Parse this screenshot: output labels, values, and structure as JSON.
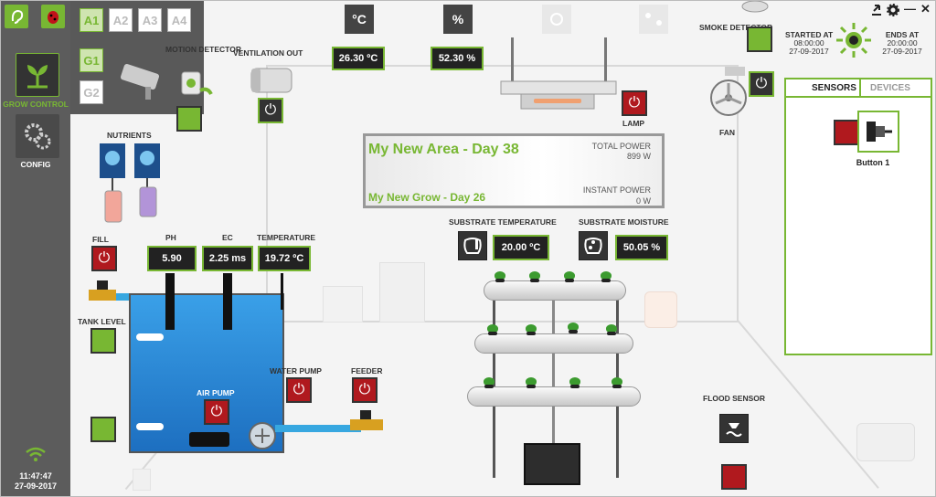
{
  "sidebar": {
    "grow_control_label": "GROW CONTROL",
    "config_label": "CONFIG",
    "time": "11:47:47",
    "date": "27-09-2017",
    "area_tabs": [
      "A1",
      "A2",
      "A3",
      "A4"
    ],
    "grow_tabs": [
      "G1",
      "G2"
    ]
  },
  "header": {
    "motion_detector": "MOTION DETECTOR",
    "ventilation_out": "VENTILATION OUT",
    "air_temp": "26.30 ºC",
    "air_humidity": "52.30 %",
    "smoke_detector": "SMOKE DETECTOR",
    "started_label": "STARTED AT",
    "started_time": "08:00:00",
    "started_date": "27-09-2017",
    "ends_label": "ENDS AT",
    "ends_time": "20:00:00",
    "ends_date": "27-09-2017",
    "temp_icon": "°C",
    "humidity_icon": "%"
  },
  "room": {
    "lamp": "LAMP",
    "fan": "FAN",
    "nutrients": "NUTRIENTS",
    "fill": "FILL",
    "tank_level": "TANK LEVEL",
    "air_pump": "AIR PUMP",
    "water_pump": "WATER PUMP",
    "feeder": "FEEDER",
    "flood_sensor": "FLOOD SENSOR",
    "ph_label": "PH",
    "ph_value": "5.90",
    "ec_label": "EC",
    "ec_value": "2.25 ms",
    "temperature_label": "TEMPERATURE",
    "temperature_value": "19.72 ºC",
    "substrate_temp_label": "SUBSTRATE TEMPERATURE",
    "substrate_temp_value": "20.00 ºC",
    "substrate_moisture_label": "SUBSTRATE MOISTURE",
    "substrate_moisture_value": "50.05 %"
  },
  "area_panel": {
    "area_title": "My New Area - Day 38",
    "grow_title": "My New Grow - Day 26",
    "total_power_label": "TOTAL POWER",
    "total_power_value": "899 W",
    "instant_power_label": "INSTANT POWER",
    "instant_power_value": "0 W"
  },
  "sensor_panel": {
    "tab_sensors": "SENSORS",
    "tab_devices": "DEVICES",
    "device_name": "Button 1"
  },
  "window_controls": {
    "minimize": "—",
    "close": "✕"
  },
  "colors": {
    "accent": "#78b733",
    "danger": "#b0191e",
    "dark": "#333333",
    "water": "#37a7e0"
  }
}
